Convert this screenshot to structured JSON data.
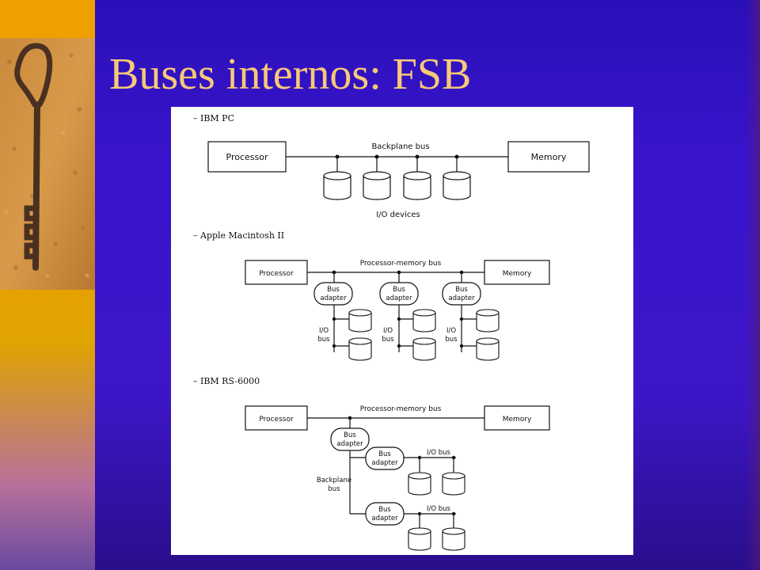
{
  "slide": {
    "title": "Buses internos: FSB"
  },
  "diagram": {
    "ibm_pc": {
      "heading": "–  IBM PC",
      "processor": "Processor",
      "memory": "Memory",
      "bus_label": "Backplane bus",
      "devices_label": "I/O devices"
    },
    "mac": {
      "heading": "–  Apple Macintosh II",
      "processor": "Processor",
      "memory": "Memory",
      "bus_label": "Processor-memory bus",
      "adapter_line1": "Bus",
      "adapter_line2": "adapter",
      "io_line1": "I/O",
      "io_line2": "bus"
    },
    "rs6000": {
      "heading": "–  IBM RS-6000",
      "processor": "Processor",
      "memory": "Memory",
      "bus_label": "Processor-memory bus",
      "adapter_line1": "Bus",
      "adapter_line2": "adapter",
      "backplane_line1": "Backplane",
      "backplane_line2": "bus",
      "io_bus_label": "I/O bus"
    }
  }
}
